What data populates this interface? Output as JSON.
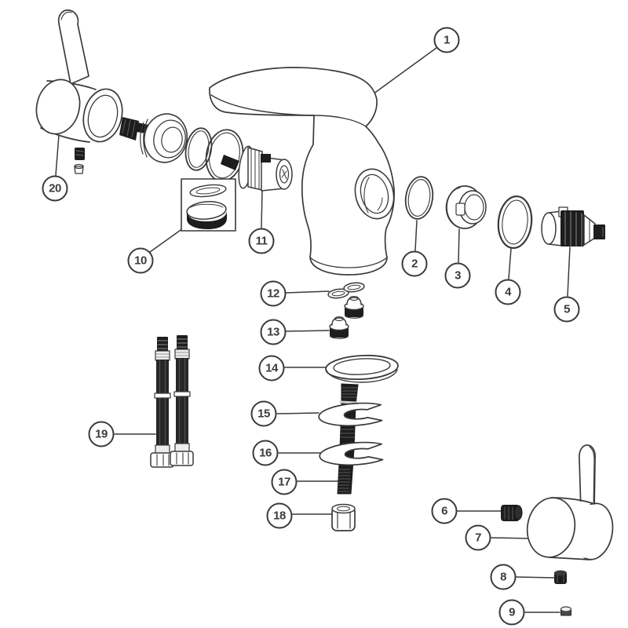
{
  "diagram": {
    "type": "exploded-parts-diagram",
    "subject": "single-lever basin mixer faucet",
    "colors": {
      "background": "#ffffff",
      "line": "#3a3a3a",
      "dark_fill": "#1d1d1d"
    },
    "callouts": [
      {
        "number": "1"
      },
      {
        "number": "2"
      },
      {
        "number": "3"
      },
      {
        "number": "4"
      },
      {
        "number": "5"
      },
      {
        "number": "6"
      },
      {
        "number": "7"
      },
      {
        "number": "8"
      },
      {
        "number": "9"
      },
      {
        "number": "10"
      },
      {
        "number": "11"
      },
      {
        "number": "12"
      },
      {
        "number": "13"
      },
      {
        "number": "14"
      },
      {
        "number": "15"
      },
      {
        "number": "16"
      },
      {
        "number": "17"
      },
      {
        "number": "18"
      },
      {
        "number": "19"
      },
      {
        "number": "20"
      }
    ]
  }
}
